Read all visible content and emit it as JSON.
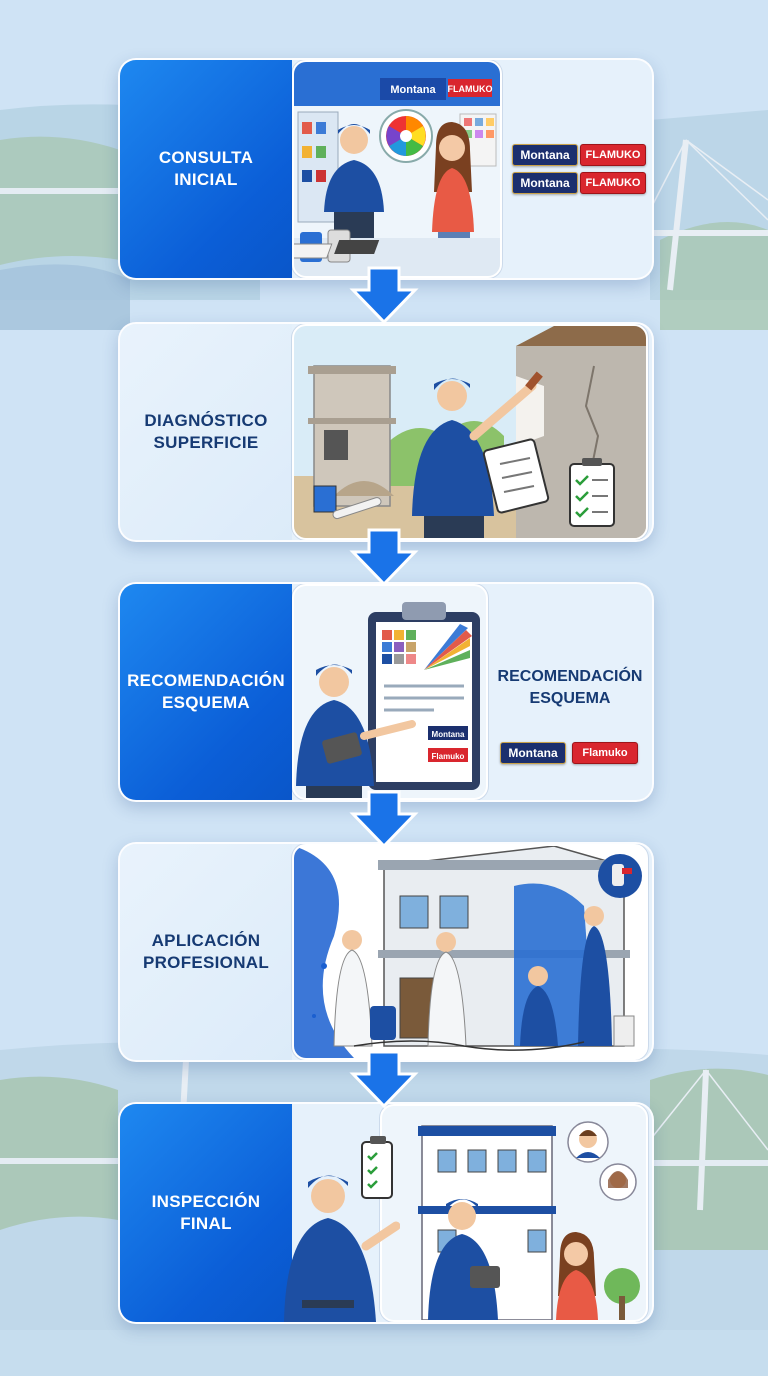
{
  "steps": [
    {
      "label": "CONSULTA\nINICIAL",
      "style": "blue"
    },
    {
      "label": "DIAGNÓSTICO\nSUPERFICIE",
      "style": "light"
    },
    {
      "label": "RECOMENDACIÓN\nESQUEMA",
      "style": "blue"
    },
    {
      "label": "APLICACIÓN\nPROFESIONAL",
      "style": "light"
    },
    {
      "label": "INSPECCIÓN\nFINAL",
      "style": "blue"
    }
  ],
  "step3_side_label": "RECOMENDACIÓN\nESQUEMA",
  "brands": {
    "montana": "Montana",
    "flamuko_caps": "FLAMUKO",
    "flamuko": "Flamuko"
  },
  "store_sign": {
    "montana": "Montana",
    "flamuko": "FLAMUKO"
  },
  "colors": {
    "primary_blue": "#0b5ed7",
    "dark_navy": "#163a73",
    "brand_red": "#d9262e",
    "montana_navy": "#1b2f6e"
  },
  "icons": [
    "down-arrow-icon",
    "color-wheel-icon",
    "clipboard-checklist-icon",
    "spray-gun-icon",
    "avatar-icon"
  ]
}
